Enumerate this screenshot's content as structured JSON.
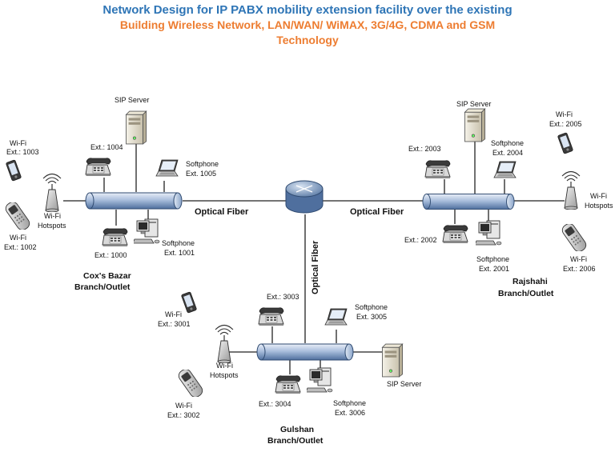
{
  "title": {
    "line1": "Network Design for IP PABX mobility extension facility over the existing",
    "line2": "Building Wireless Network, LAN/WAN/ WiMAX, 3G/4G, CDMA and GSM",
    "line3": "Technology",
    "color_line1": "#2e75b6",
    "color_line2": "#ed7d31"
  },
  "links": {
    "left": "Optical Fiber",
    "right": "Optical Fiber",
    "down": "Optical Fiber"
  },
  "coxs": {
    "branch1": "Cox's Bazar",
    "branch2": "Branch/Outlet",
    "sip": "SIP Server",
    "ext1004": "Ext.: 1004",
    "soft1005a": "Softphone",
    "soft1005b": "Ext. 1005",
    "wifi1003a": "Wi-Fi",
    "wifi1003b": "Ext.: 1003",
    "hot1": "Wi-Fi",
    "hot2": "Hotspots",
    "wifi1002a": "Wi-Fi",
    "wifi1002b": "Ext.: 1002",
    "ext1000": "Ext.: 1000",
    "soft1001a": "Softphone",
    "soft1001b": "Ext. 1001"
  },
  "rajshahi": {
    "branch1": "Rajshahi",
    "branch2": "Branch/Outlet",
    "sip": "SIP Server",
    "ext2003": "Ext.: 2003",
    "soft2004a": "Softphone",
    "soft2004b": "Ext. 2004",
    "wifi2005a": "Wi-Fi",
    "wifi2005b": "Ext.: 2005",
    "hot1": "Wi-Fi",
    "hot2": "Hotspots",
    "ext2002": "Ext.: 2002",
    "soft2001a": "Softphone",
    "soft2001b": "Ext. 2001",
    "wifi2006a": "Wi-Fi",
    "wifi2006b": "Ext.: 2006"
  },
  "gulshan": {
    "branch1": "Gulshan",
    "branch2": "Branch/Outlet",
    "sip": "SIP Server",
    "ext3003": "Ext.: 3003",
    "soft3005a": "Softphone",
    "soft3005b": "Ext. 3005",
    "wifi3001a": "Wi-Fi",
    "wifi3001b": "Ext.: 3001",
    "hot1": "Wi-Fi",
    "hot2": "Hotspots",
    "wifi3002a": "Wi-Fi",
    "wifi3002b": "Ext.: 3002",
    "ext3004": "Ext.: 3004",
    "soft3006a": "Softphone",
    "soft3006b": "Ext. 3006"
  }
}
